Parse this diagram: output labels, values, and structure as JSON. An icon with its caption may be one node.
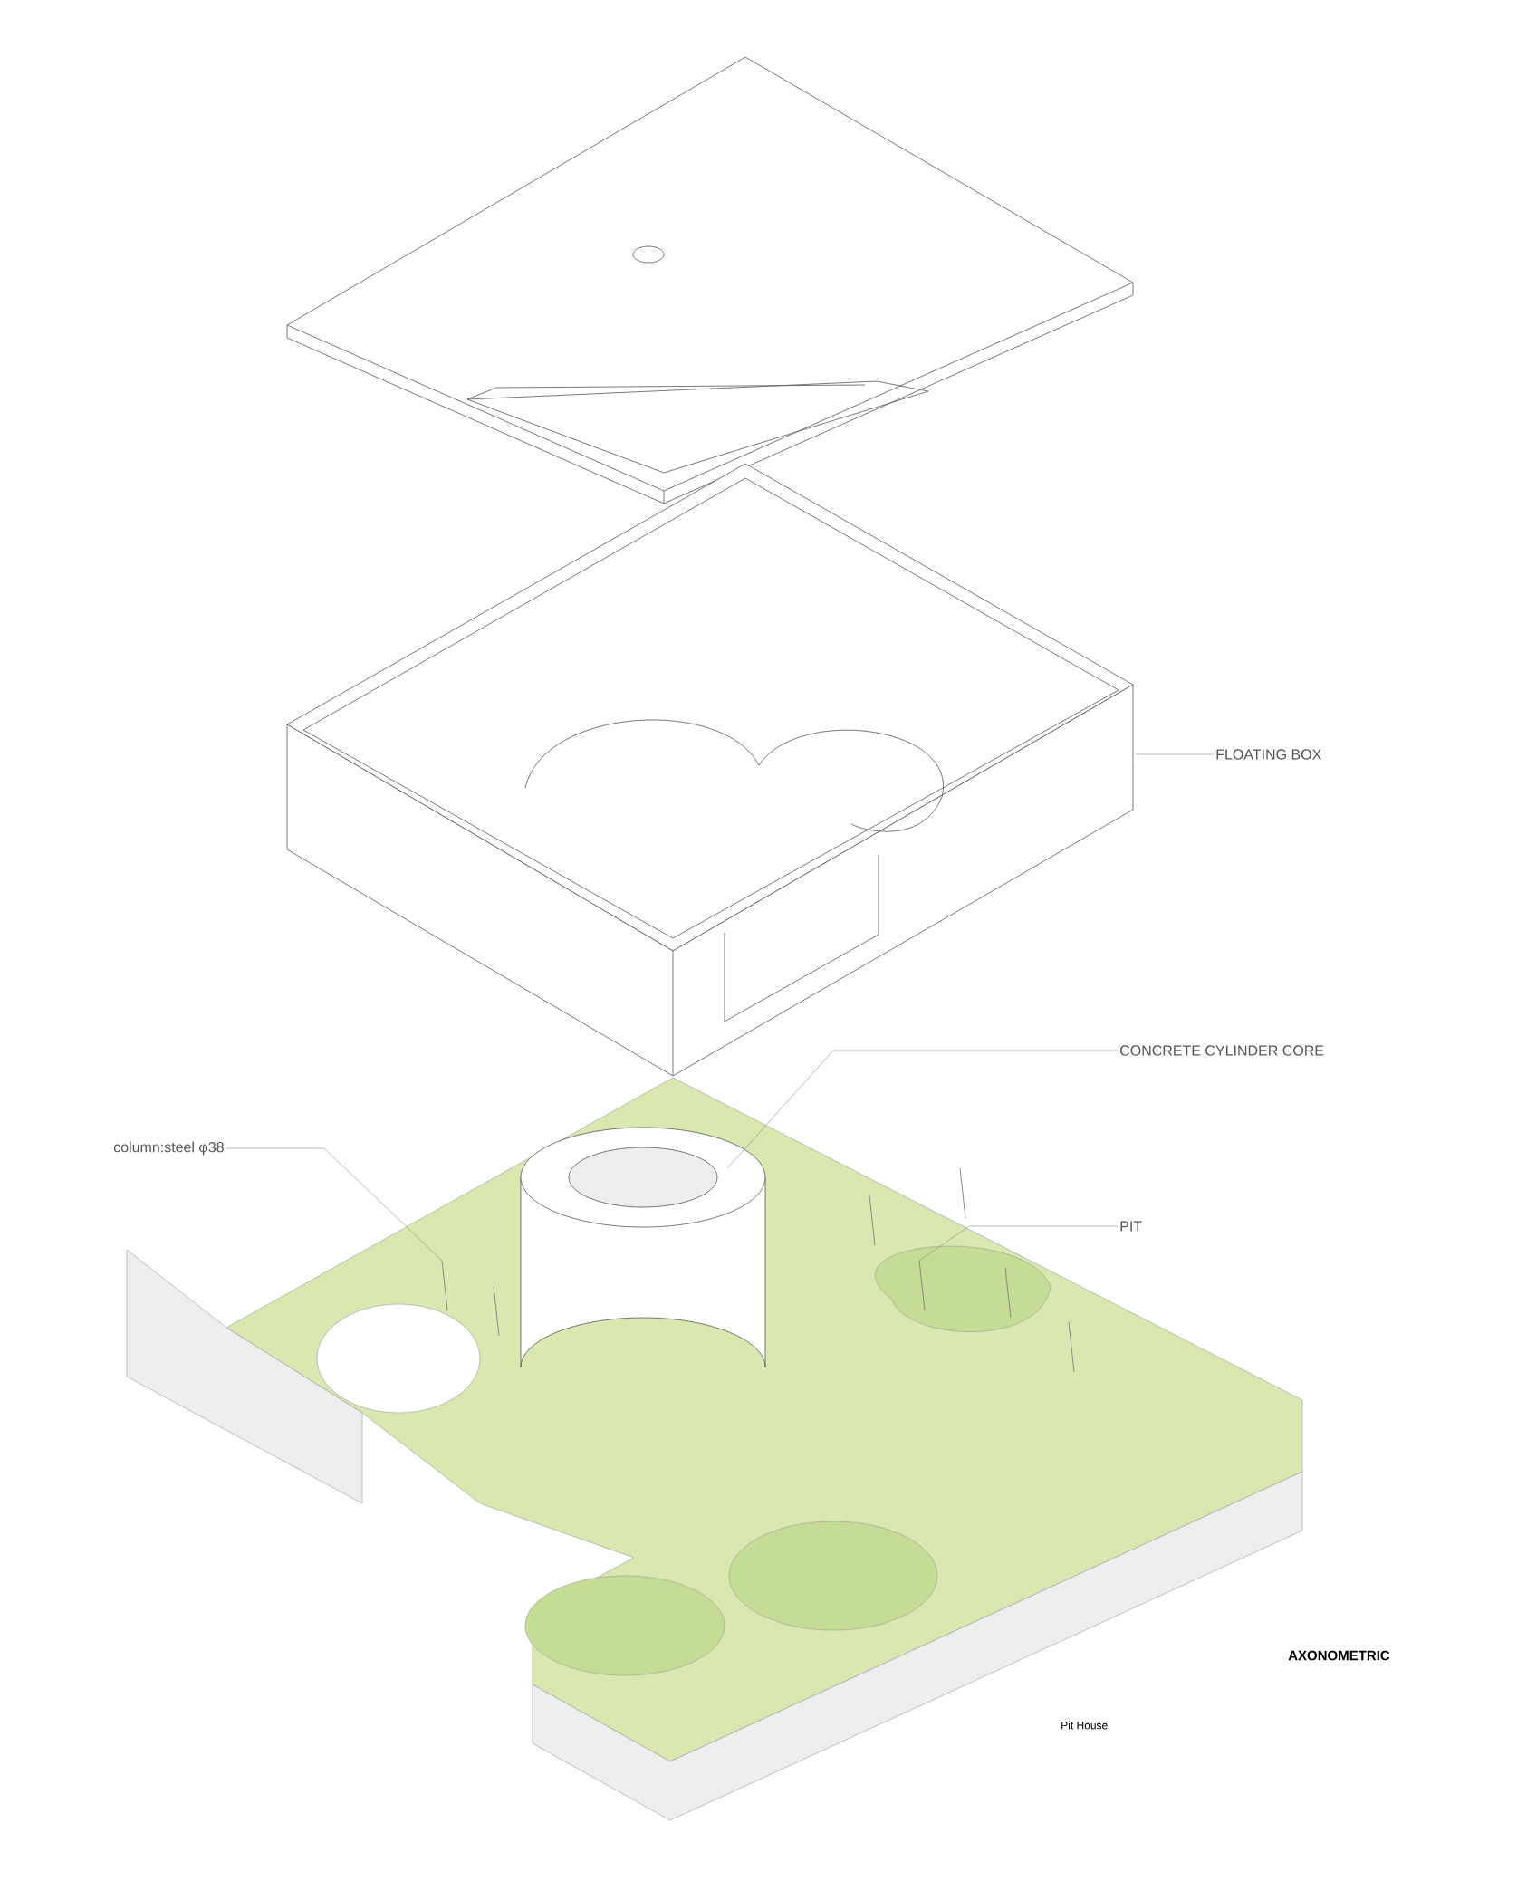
{
  "diagram": {
    "nodes": [
      {
        "text": [
          "FLOATING BOX"
        ]
      },
      {
        "text": [
          "CONCRETE CYLINDER CORE"
        ]
      },
      {
        "text": [
          "column:steel φ38"
        ]
      },
      {
        "text": [
          "PIT"
        ]
      }
    ],
    "edges": [
      {
        "from": 0,
        "to": null,
        "arrow": "none"
      },
      {
        "from": 1,
        "to": null,
        "arrow": "none"
      },
      {
        "from": 2,
        "to": null,
        "arrow": "none"
      },
      {
        "from": 3,
        "to": null,
        "arrow": "none"
      }
    ],
    "labels": [
      "AXONOMETRIC",
      "Pit House"
    ]
  }
}
